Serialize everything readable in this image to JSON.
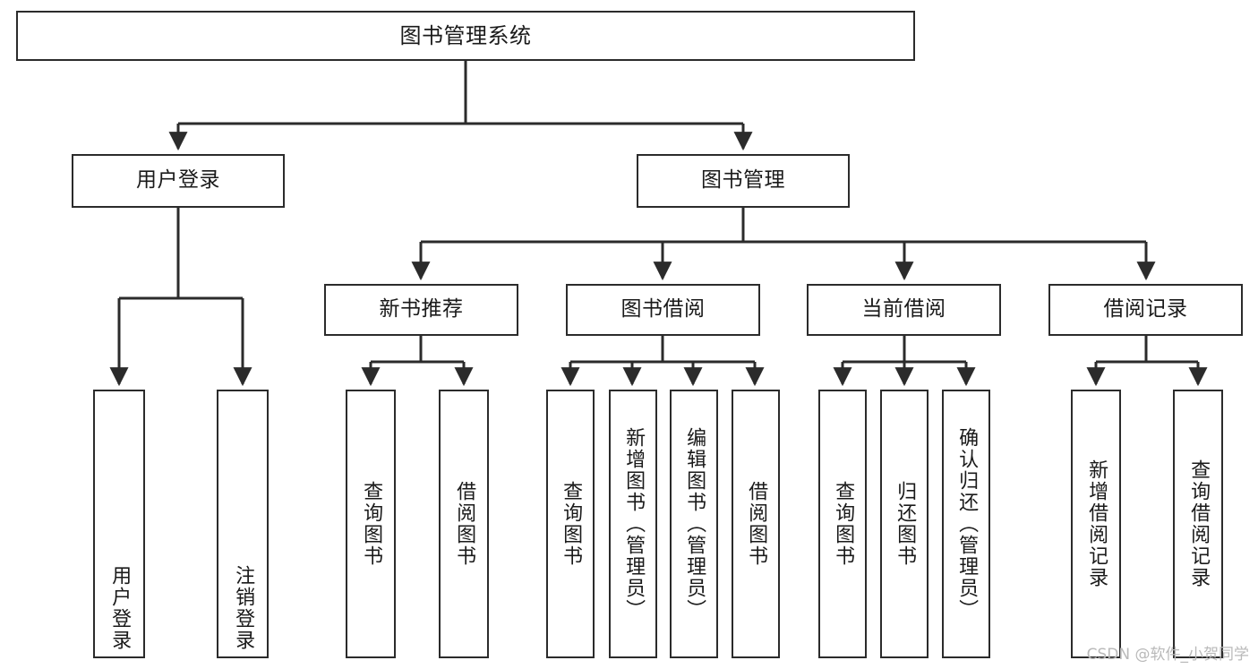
{
  "diagram": {
    "title": "图书管理系统",
    "type": "tree-hierarchy",
    "watermark": "CSDN @软件_小贺同学",
    "colors": {
      "background": "#ffffff",
      "box_border": "#2b2b2b",
      "box_fill": "#ffffff",
      "text": "#1a1a1a",
      "edge": "#2b2b2b",
      "watermark": "#b9b9b9"
    },
    "levels": {
      "level1": [
        "图书管理系统"
      ],
      "level2": [
        "用户登录",
        "图书管理"
      ],
      "level3": [
        "新书推荐",
        "图书借阅",
        "当前借阅",
        "借阅记录"
      ],
      "level4": [
        "用户登录",
        "注销登录",
        "查询图书",
        "借阅图书",
        "查询图书",
        "新增图书（管理员）",
        "编辑图书（管理员）",
        "借阅图书",
        "查询图书",
        "归还图书",
        "确认归还（管理员）",
        "新增借阅记录",
        "查询借阅记录"
      ]
    }
  },
  "nodes": {
    "root": {
      "label": "图书管理系统"
    },
    "user_login": {
      "label": "用户登录"
    },
    "book_manage": {
      "label": "图书管理"
    },
    "new_book_rec": {
      "label": "新书推荐"
    },
    "book_borrow": {
      "label": "图书借阅"
    },
    "current_borrow": {
      "label": "当前借阅"
    },
    "borrow_record": {
      "label": "借阅记录"
    },
    "leaf_user_login": {
      "label": "用户登录"
    },
    "leaf_logout": {
      "label": "注销登录"
    },
    "leaf_query_book_1": {
      "label": "查询图书"
    },
    "leaf_borrow_book_1": {
      "label": "借阅图书"
    },
    "leaf_query_book_2": {
      "label": "查询图书"
    },
    "leaf_add_book": {
      "label": "新增图书（管理员）"
    },
    "leaf_edit_book": {
      "label": "编辑图书（管理员）"
    },
    "leaf_borrow_book_2": {
      "label": "借阅图书"
    },
    "leaf_query_book_3": {
      "label": "查询图书"
    },
    "leaf_return_book": {
      "label": "归还图书"
    },
    "leaf_confirm_return": {
      "label": "确认归还（管理员）"
    },
    "leaf_add_record": {
      "label": "新增借阅记录"
    },
    "leaf_query_record": {
      "label": "查询借阅记录"
    }
  }
}
